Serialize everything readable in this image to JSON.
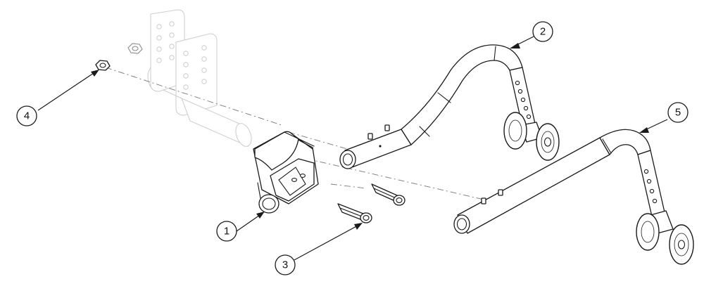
{
  "callouts": [
    {
      "id": "1",
      "label": "1"
    },
    {
      "id": "2",
      "label": "2"
    },
    {
      "id": "3",
      "label": "3"
    },
    {
      "id": "4",
      "label": "4"
    },
    {
      "id": "5",
      "label": "5"
    }
  ],
  "colors": {
    "line": "#1a1a1a",
    "ghost_line": "#cfcfcf",
    "centerline": "#777777",
    "background": "#ffffff"
  }
}
